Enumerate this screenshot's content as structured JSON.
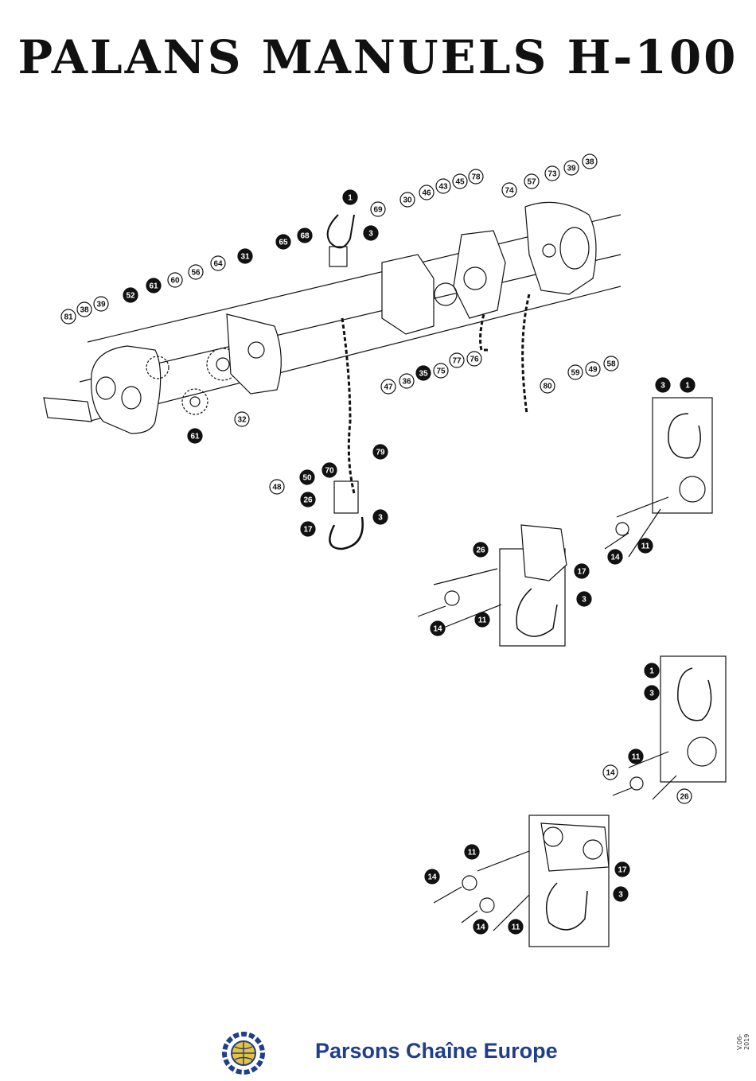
{
  "title": "PALANS MANUELS H-100",
  "footer": {
    "brand": "Parsons Chaîne Europe",
    "version": "V.06-2019",
    "logo": "chain-globe-logo"
  },
  "labels": {
    "main": [
      {
        "t": "1",
        "f": 1
      },
      {
        "t": "3",
        "f": 1
      },
      {
        "t": "69",
        "f": 0
      },
      {
        "t": "30",
        "f": 0
      },
      {
        "t": "46",
        "f": 0
      },
      {
        "t": "43",
        "f": 0
      },
      {
        "t": "45",
        "f": 0
      },
      {
        "t": "78",
        "f": 0
      },
      {
        "t": "74",
        "f": 0
      },
      {
        "t": "57",
        "f": 0
      },
      {
        "t": "73",
        "f": 0
      },
      {
        "t": "39",
        "f": 0
      },
      {
        "t": "38",
        "f": 0
      },
      {
        "t": "65",
        "f": 1
      },
      {
        "t": "68",
        "f": 1
      },
      {
        "t": "31",
        "f": 1
      },
      {
        "t": "64",
        "f": 0
      },
      {
        "t": "56",
        "f": 0
      },
      {
        "t": "60",
        "f": 0
      },
      {
        "t": "61",
        "f": 1
      },
      {
        "t": "52",
        "f": 1
      },
      {
        "t": "38",
        "f": 0
      },
      {
        "t": "39",
        "f": 0
      },
      {
        "t": "81",
        "f": 0
      },
      {
        "t": "47",
        "f": 0
      },
      {
        "t": "36",
        "f": 0
      },
      {
        "t": "35",
        "f": 1
      },
      {
        "t": "75",
        "f": 0
      },
      {
        "t": "77",
        "f": 0
      },
      {
        "t": "76",
        "f": 0
      },
      {
        "t": "80",
        "f": 0
      },
      {
        "t": "59",
        "f": 0
      },
      {
        "t": "49",
        "f": 0
      },
      {
        "t": "58",
        "f": 0
      },
      {
        "t": "32",
        "f": 0
      },
      {
        "t": "61",
        "f": 1
      },
      {
        "t": "79",
        "f": 1
      },
      {
        "t": "48",
        "f": 0
      },
      {
        "t": "50",
        "f": 1
      },
      {
        "t": "70",
        "f": 1
      },
      {
        "t": "26",
        "f": 1
      },
      {
        "t": "3",
        "f": 1
      },
      {
        "t": "17",
        "f": 1
      }
    ],
    "detail1": [
      {
        "t": "3",
        "f": 1
      },
      {
        "t": "1",
        "f": 1
      },
      {
        "t": "14",
        "f": 1
      },
      {
        "t": "11",
        "f": 1
      }
    ],
    "detail2": [
      {
        "t": "26",
        "f": 1
      },
      {
        "t": "17",
        "f": 1
      },
      {
        "t": "3",
        "f": 1
      },
      {
        "t": "14",
        "f": 1
      },
      {
        "t": "11",
        "f": 1
      }
    ],
    "detail3": [
      {
        "t": "1",
        "f": 1
      },
      {
        "t": "3",
        "f": 1
      },
      {
        "t": "11",
        "f": 1
      },
      {
        "t": "14",
        "f": 0
      },
      {
        "t": "26",
        "f": 0
      }
    ],
    "detail4": [
      {
        "t": "11",
        "f": 1
      },
      {
        "t": "14",
        "f": 1
      },
      {
        "t": "17",
        "f": 1
      },
      {
        "t": "3",
        "f": 1
      },
      {
        "t": "14",
        "f": 1
      },
      {
        "t": "11",
        "f": 1
      }
    ]
  }
}
